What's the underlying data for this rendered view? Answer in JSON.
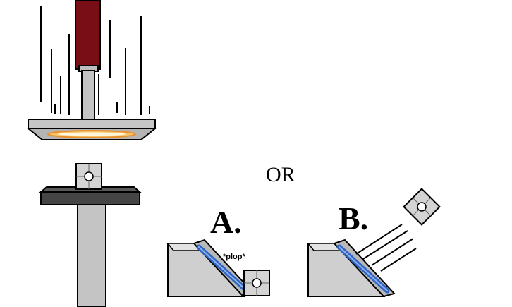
{
  "labels": {
    "or": "OR",
    "option_a": "A.",
    "option_b": "B.",
    "sound_effect": "*plop*"
  },
  "colors": {
    "piston_rod": "#7a0e16",
    "metal_grey": "#c4c4c4",
    "dark_plate": "#454545",
    "heating_glow": "#f4a640",
    "ramp_face": "#cfcfcf",
    "ramp_glass": "#2e63c4"
  },
  "icons": [
    "piston-press-icon",
    "anvil-pedestal-icon",
    "metal-block-icon",
    "ramp-icon",
    "motion-lines-icon"
  ]
}
